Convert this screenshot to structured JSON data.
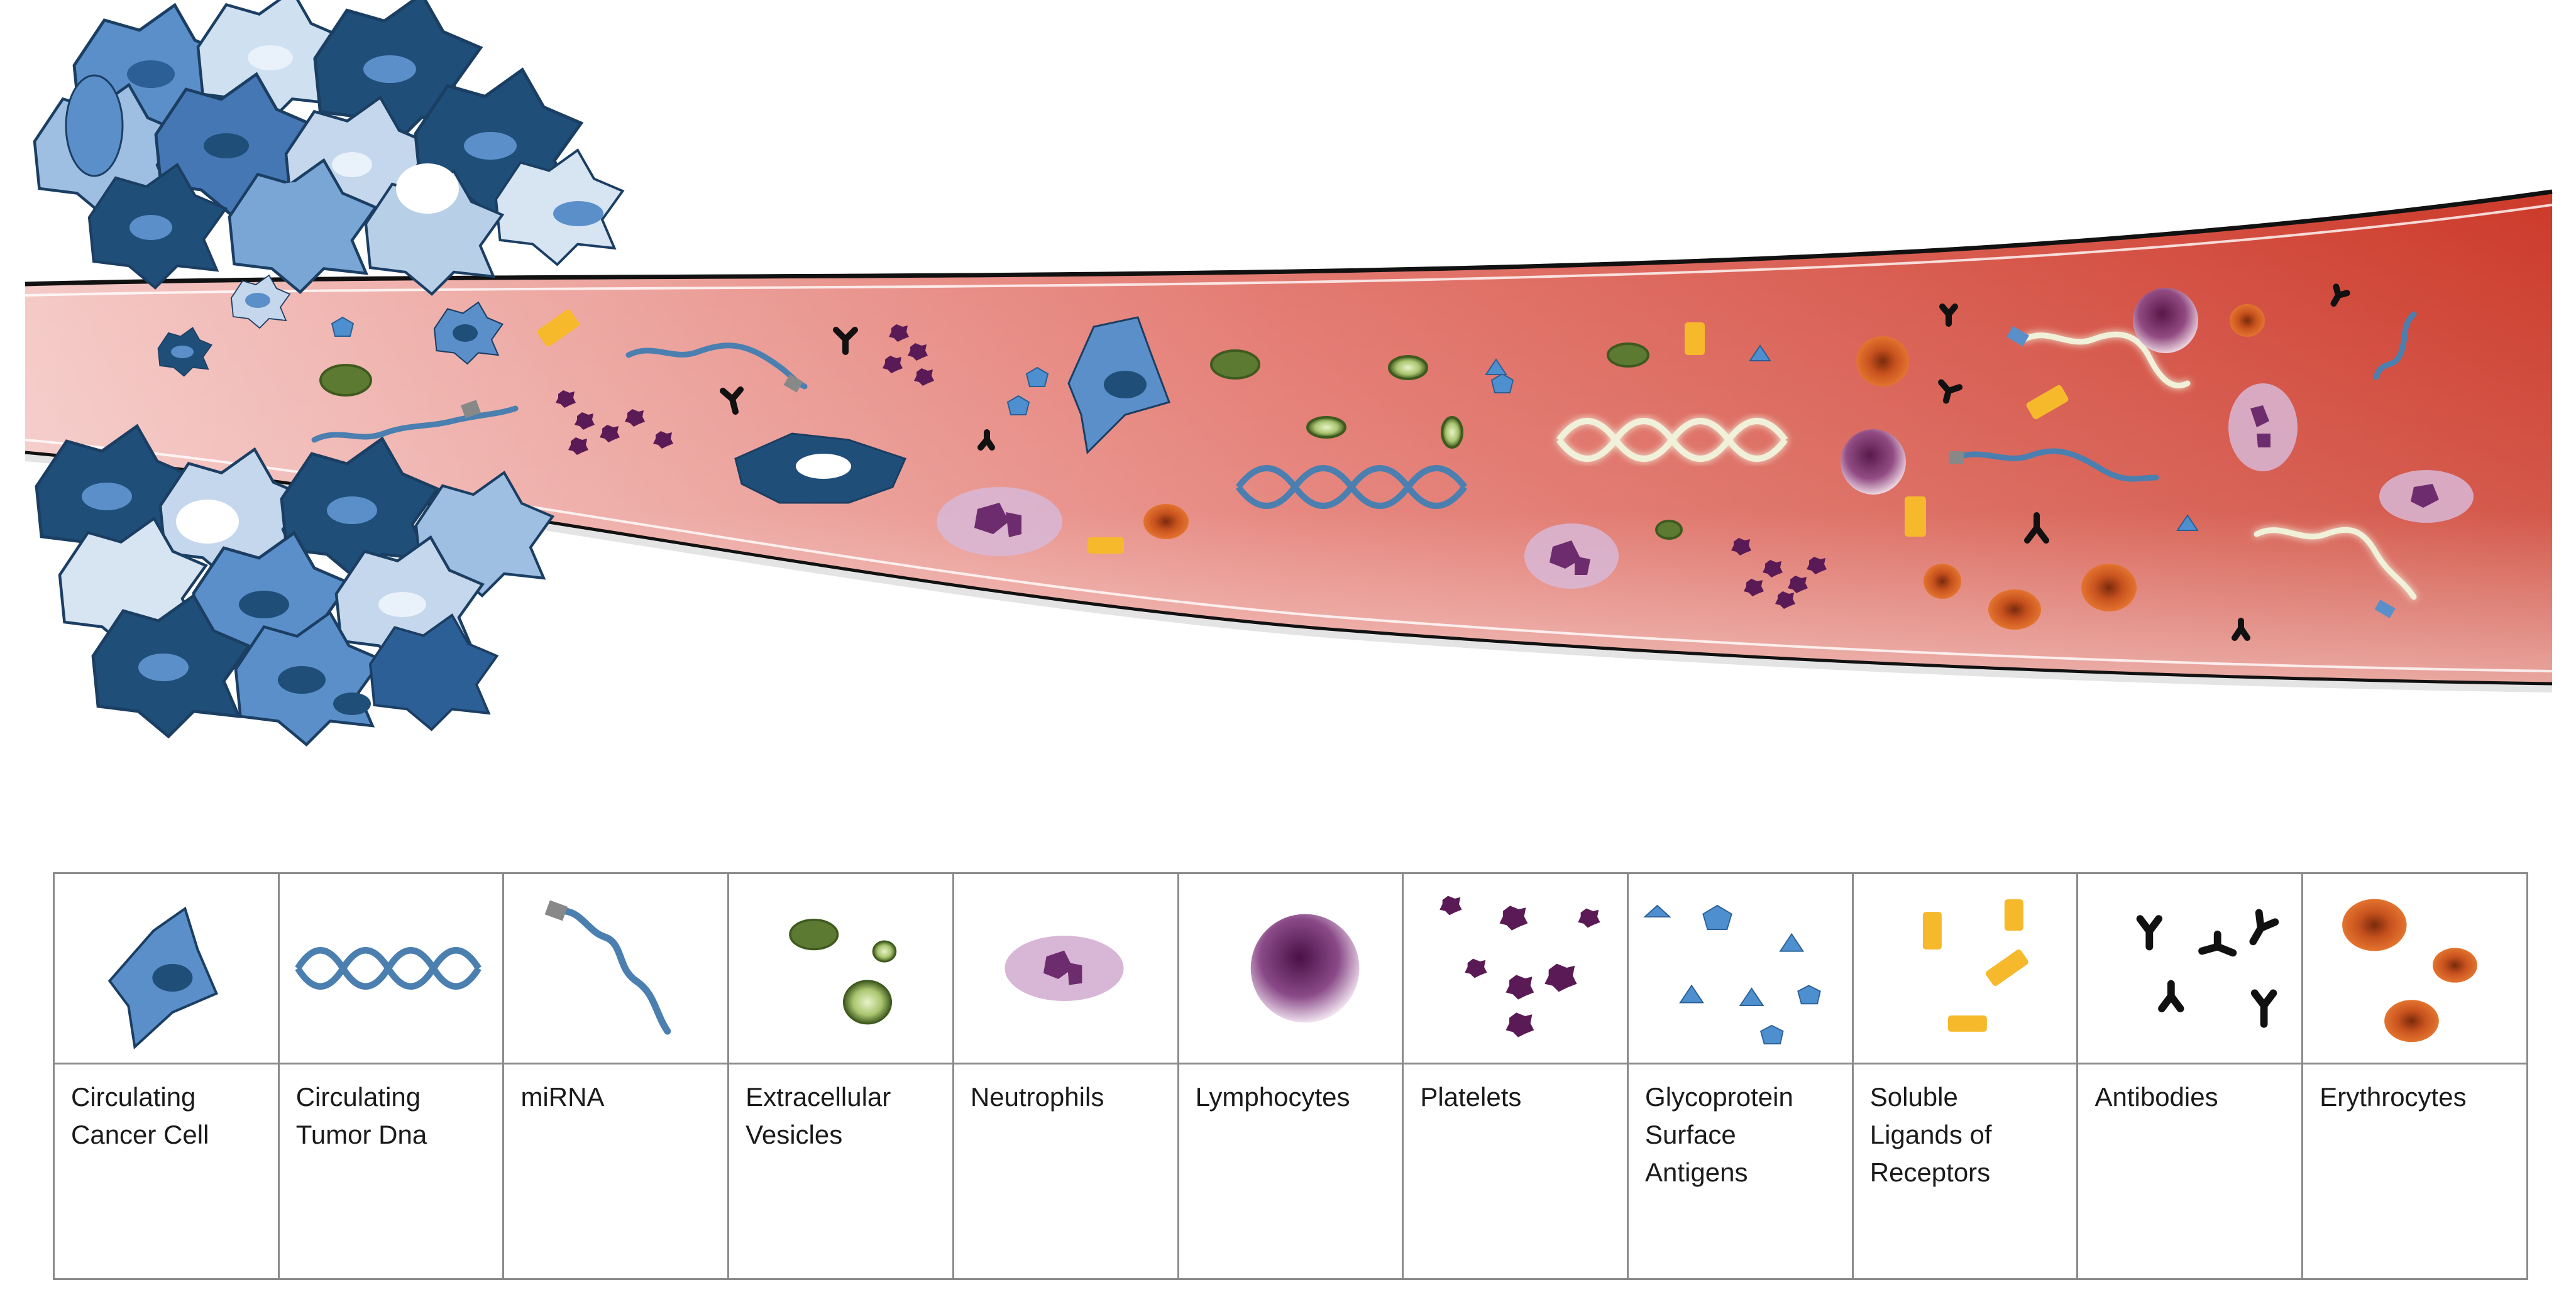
{
  "legend": [
    {
      "label": "Circulating\nCancer Cell",
      "icon": "circulating-cancer-cell-icon"
    },
    {
      "label": "Circulating\nTumor Dna",
      "icon": "dna-double-helix-icon"
    },
    {
      "label": "miRNA",
      "icon": "mirna-strand-icon"
    },
    {
      "label": "Extracellular\nVesicles",
      "icon": "extracellular-vesicles-icon"
    },
    {
      "label": "Neutrophils",
      "icon": "neutrophil-icon"
    },
    {
      "label": "Lymphocytes",
      "icon": "lymphocyte-icon"
    },
    {
      "label": "Platelets",
      "icon": "platelets-icon"
    },
    {
      "label": "Glycoprotein\nSurface\nAntigens",
      "icon": "glycoprotein-antigens-icon"
    },
    {
      "label": "Soluble\nLigands of\nReceptors",
      "icon": "soluble-ligands-icon"
    },
    {
      "label": "Antibodies",
      "icon": "antibodies-icon"
    },
    {
      "label": "Erythrocytes",
      "icon": "erythrocytes-icon"
    }
  ],
  "colors": {
    "vessel_red": "#d23f2e",
    "vessel_pink": "#f2d2d0",
    "cell_dark_blue": "#1f4e78",
    "cell_mid_blue": "#5b8fc9",
    "cell_light_blue": "#c5d7ec",
    "mirna_blue": "#4a7fb0",
    "vesicle_green": "#5c7a32",
    "neutrophil_purple": "#6d2c6e",
    "platelet_purple": "#5a1a55",
    "antigen_blue": "#4d8fcf",
    "ligand_yellow": "#f6b92b",
    "antibody_black": "#111111",
    "erythrocyte_orange": "#c8521e",
    "legend_border": "#8a8a8a"
  }
}
